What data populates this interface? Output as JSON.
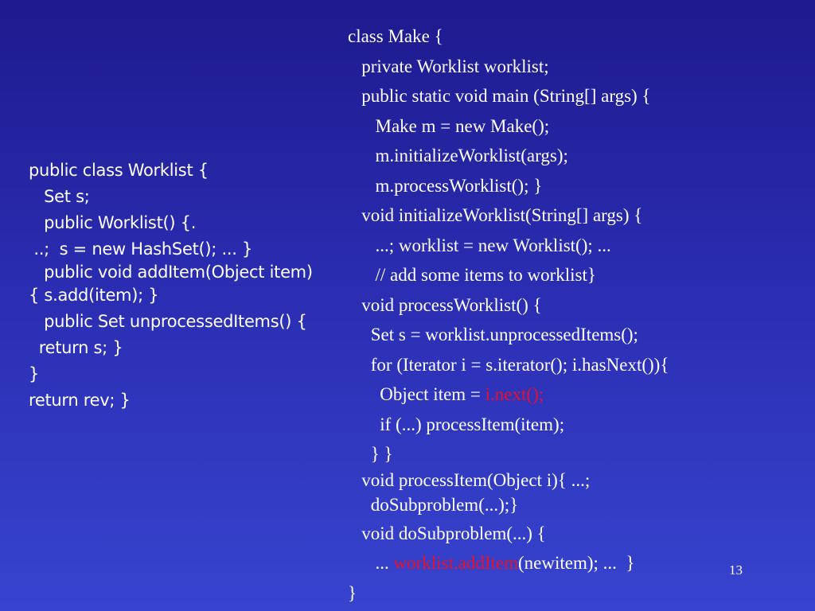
{
  "left_code": {
    "l1": "public class Worklist {",
    "l2": "   Set s;",
    "l3": "   public Worklist() {.",
    "l4": " ..;  s = new HashSet(); ... }",
    "l5": "   public void addItem(Object item)",
    "l6": "{ s.add(item); }",
    "l7": "   public Set unprocessedItems() {",
    "l8": "  return s; }",
    "l9": "}",
    "l10": "return rev; }"
  },
  "right_code": {
    "l1": "class Make {",
    "l2": "   private Worklist worklist;",
    "l3": "   public static void main (String[] args) {",
    "l4": "      Make m = new Make();",
    "l5": "      m.initializeWorklist(args);",
    "l6": "      m.processWorklist(); }",
    "l7": "   void initializeWorklist(String[] args) {",
    "l8": "      ...; worklist = new Worklist(); ...",
    "l9": "      // add some items to worklist}",
    "l10": "   void processWorklist() {",
    "l11": "     Set s = worklist.unprocessedItems();",
    "l12": "     for (Iterator i = s.iterator(); i.hasNext()){",
    "l13_pre": "       Object item = ",
    "l13_hl": "i.next();",
    "l14": "       if (...) processItem(item);",
    "l15": "     } }",
    "l16a": "   void processItem(Object i){ ...;",
    "l16b": "     doSubproblem(...);}",
    "l17": "   void doSubproblem(...) {",
    "l18_pre": "      ... ",
    "l18_hl": "worklist.addItem",
    "l18_post": "(newitem); ...  }",
    "l19": "}"
  },
  "slide_number": "13",
  "colors": {
    "background_top": "#1e1a8e",
    "background_bottom": "#3744cf",
    "text": "#ffffff",
    "highlight": "#e8102a"
  }
}
